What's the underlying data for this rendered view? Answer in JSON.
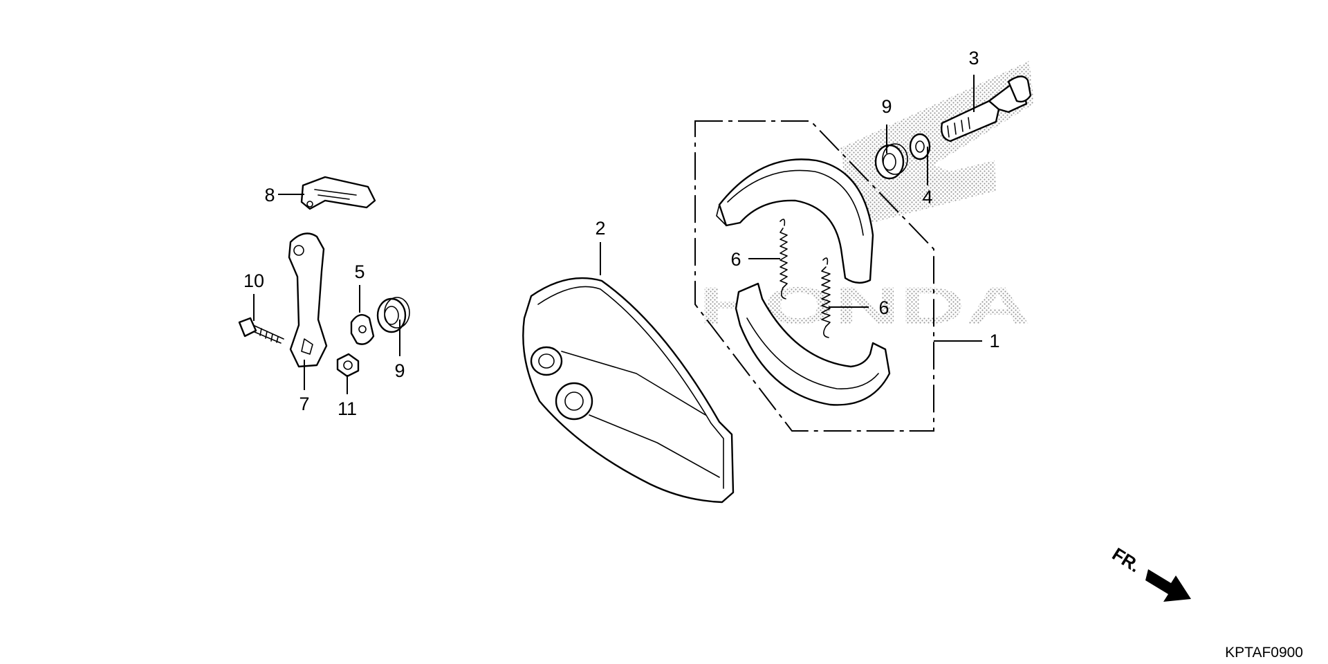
{
  "diagram": {
    "callouts": {
      "c1": "1",
      "c2": "2",
      "c3": "3",
      "c4": "4",
      "c5": "5",
      "c6a": "6",
      "c6b": "6",
      "c7": "7",
      "c8": "8",
      "c9a": "9",
      "c9b": "9",
      "c10": "10",
      "c11": "11"
    },
    "direction_label": "FR.",
    "diagram_code": "KPTAF0900",
    "watermark": "HONDA",
    "colors": {
      "line": "#000000",
      "background": "#ffffff",
      "watermark_dots": "#9a9a9a"
    }
  }
}
